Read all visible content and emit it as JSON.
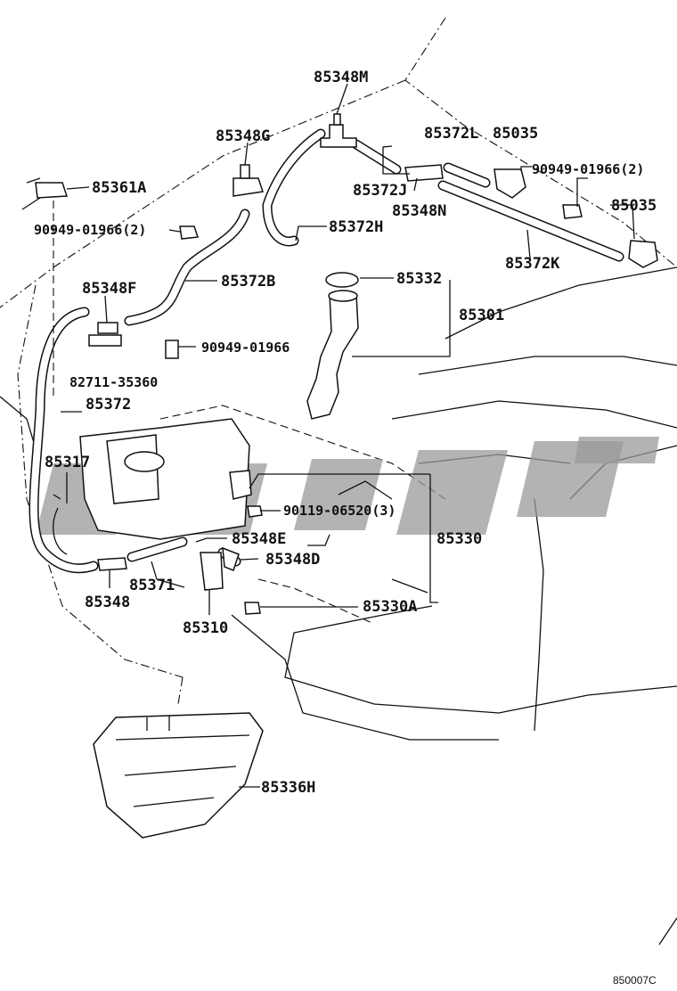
{
  "diagram_code": "850007C",
  "labels": {
    "p85348M": "85348M",
    "p85348G": "85348G",
    "p85372L": "85372L",
    "p85035a": "85035",
    "p90949_2a": "90949-01966(2)",
    "p85361A": "85361A",
    "p85372J": "85372J",
    "p85348N": "85348N",
    "p85035b": "85035",
    "p90949_2b": "90949-01966(2)",
    "p85372H": "85372H",
    "p85372K": "85372K",
    "p85348F": "85348F",
    "p85372B": "85372B",
    "p85332": "85332",
    "p85301": "85301",
    "p90949": "90949-01966",
    "p82711": "82711-35360",
    "p85372": "85372",
    "p85317": "85317",
    "p90119": "90119-06520(3)",
    "p85348E": "85348E",
    "p85330": "85330",
    "p85348D": "85348D",
    "p85371": "85371",
    "p85348": "85348",
    "p85330A": "85330A",
    "p85310": "85310",
    "p85336H": "85336H"
  }
}
